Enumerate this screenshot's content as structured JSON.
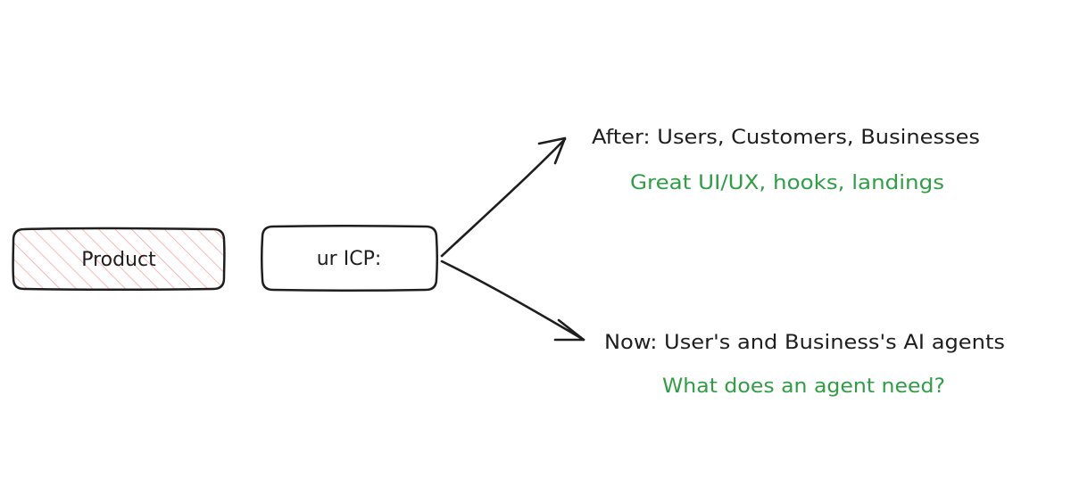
{
  "nodes": {
    "product": {
      "label": "Product"
    },
    "icp": {
      "label": "ur ICP:"
    }
  },
  "branches": {
    "after": {
      "title": "After: Users, Customers, Businesses",
      "note": "Great UI/UX, hooks, landings"
    },
    "now": {
      "title": "Now: User's and Business's AI agents",
      "note": "What does an agent need?"
    }
  },
  "colors": {
    "ink": "#1e1e1e",
    "hatch": "#f4a7a7",
    "note": "#2f9e44"
  }
}
